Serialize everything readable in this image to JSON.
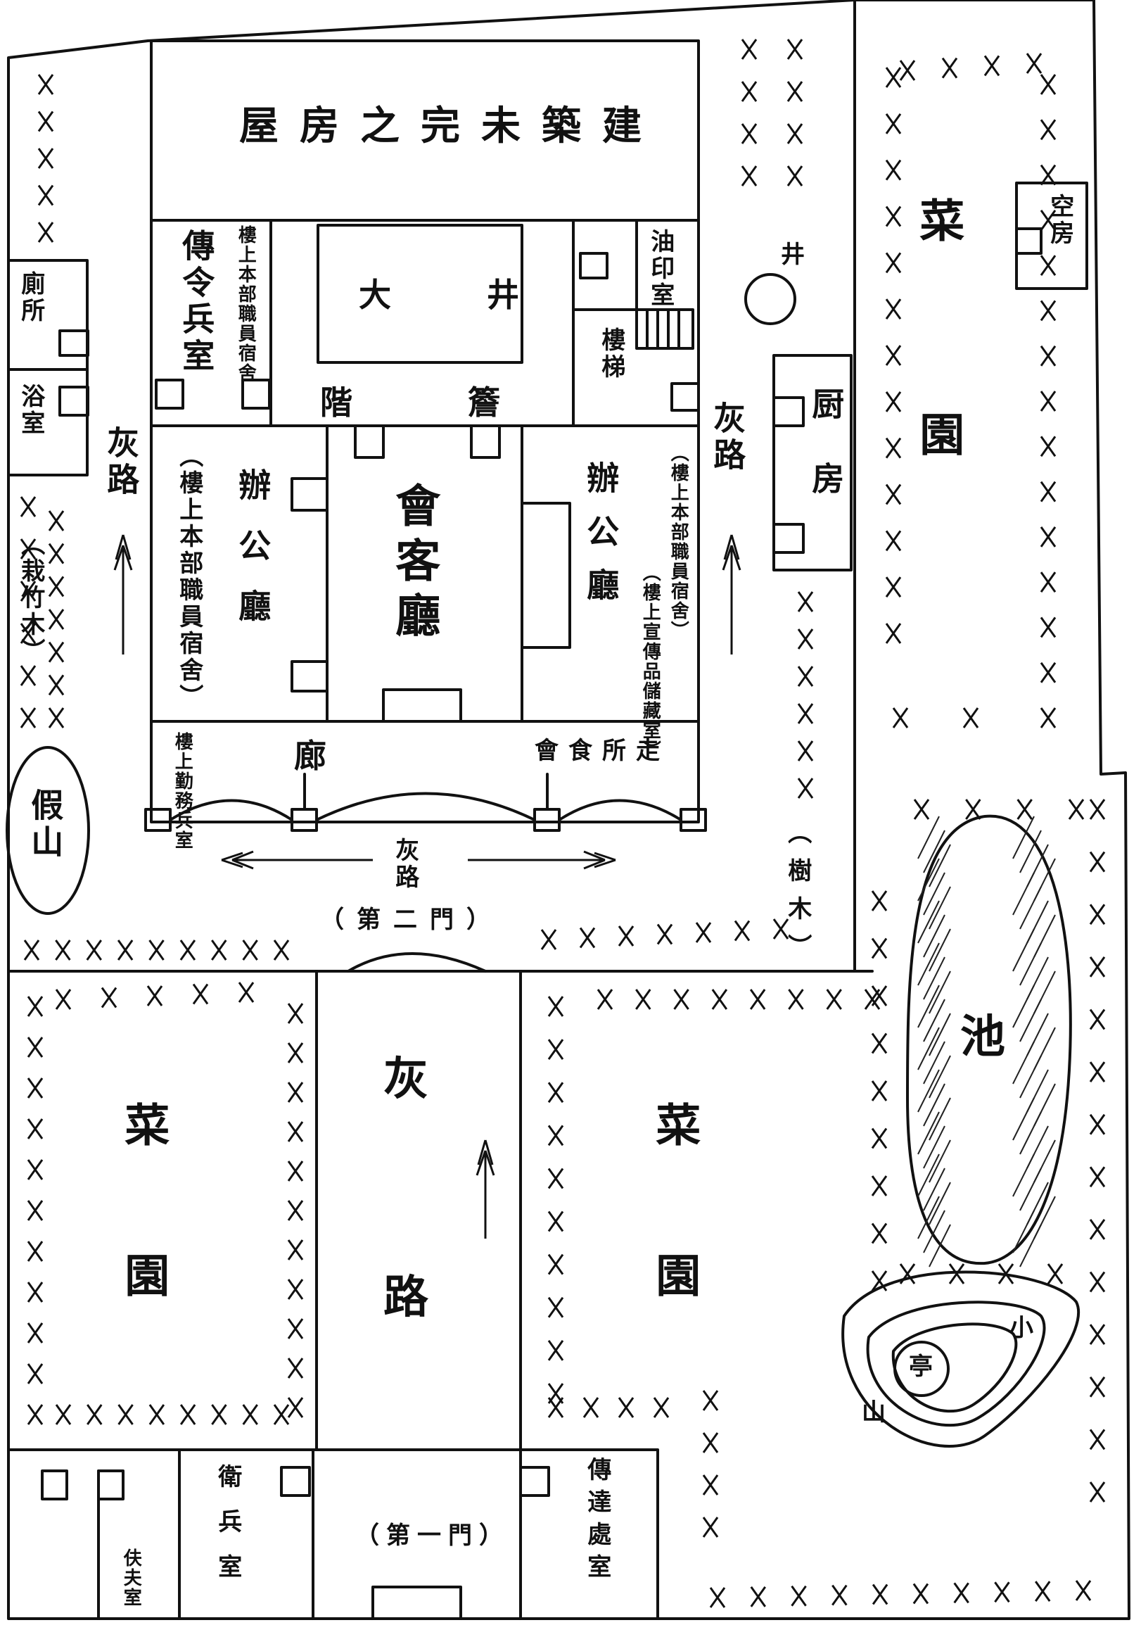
{
  "labels": {
    "unfinished_building": "屋房之完未築建",
    "courtyard": "大 井",
    "steps": "階",
    "eaves": "簷",
    "messenger_room": "傳令兵室",
    "messenger_room_note": "樓上本部職員宿舍",
    "mimeo_room": "油印室",
    "stairs": "樓梯",
    "well": "井",
    "empty_room": "空房",
    "toilet": "廁所",
    "bath": "浴室",
    "kitchen": "厨房",
    "reception_hall": "會客廳",
    "office_left": "辦公廳",
    "office_left_note": "（樓上本部職員宿舍）",
    "office_right": "辦公廳",
    "office_right_note1": "（樓上本部職員宿舍）",
    "office_right_note2": "（樓上宣傳品儲藏室）",
    "corridor": "廊",
    "duty_room": "樓上勤務兵室",
    "mess_hall": "會食所走",
    "path_left": "灰路",
    "path_right": "灰路",
    "path_center": "灰路",
    "second_gate": "（第二門）",
    "bamboo": "（栽竹木）",
    "rockery": "假山",
    "trees": "（樹木）",
    "veg_garden_ne": "菜園",
    "veg_garden_sw": "菜園",
    "veg_garden_s": "菜園",
    "pond": "池",
    "hill": "小山",
    "pavilion": "亭",
    "main_path_1": "灰",
    "main_path_2": "路",
    "first_gate": "（第一門）",
    "guard_room": "衛兵室",
    "porter_room": "伕夫室",
    "dispatch_room": "傳達處室"
  }
}
